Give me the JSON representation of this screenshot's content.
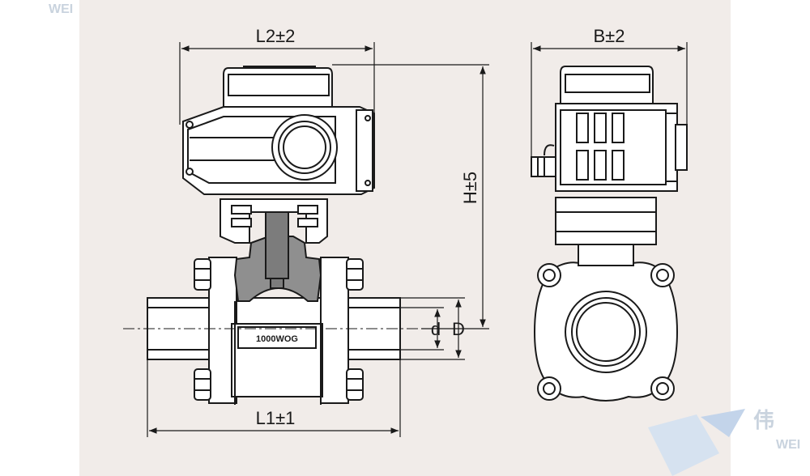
{
  "drawing": {
    "front_view": {
      "width_label": "L2±2",
      "length_label": "L1±1",
      "height_label": "H±5",
      "bore_label": "d",
      "outer_diameter_label": "D",
      "body_marking": "1000WOG"
    },
    "side_view": {
      "width_label": "B±2"
    }
  },
  "watermark": {
    "top_left_text": "WEI",
    "bottom_right_cn": "伟",
    "bottom_right_en": "WEI",
    "accent_color": "#c9d9ec"
  },
  "colors": {
    "panel_bg": "#f1ece9",
    "line": "#1a1a1a",
    "body_fill": "#8f8f8f",
    "stem_fill": "#7c7c7c"
  }
}
